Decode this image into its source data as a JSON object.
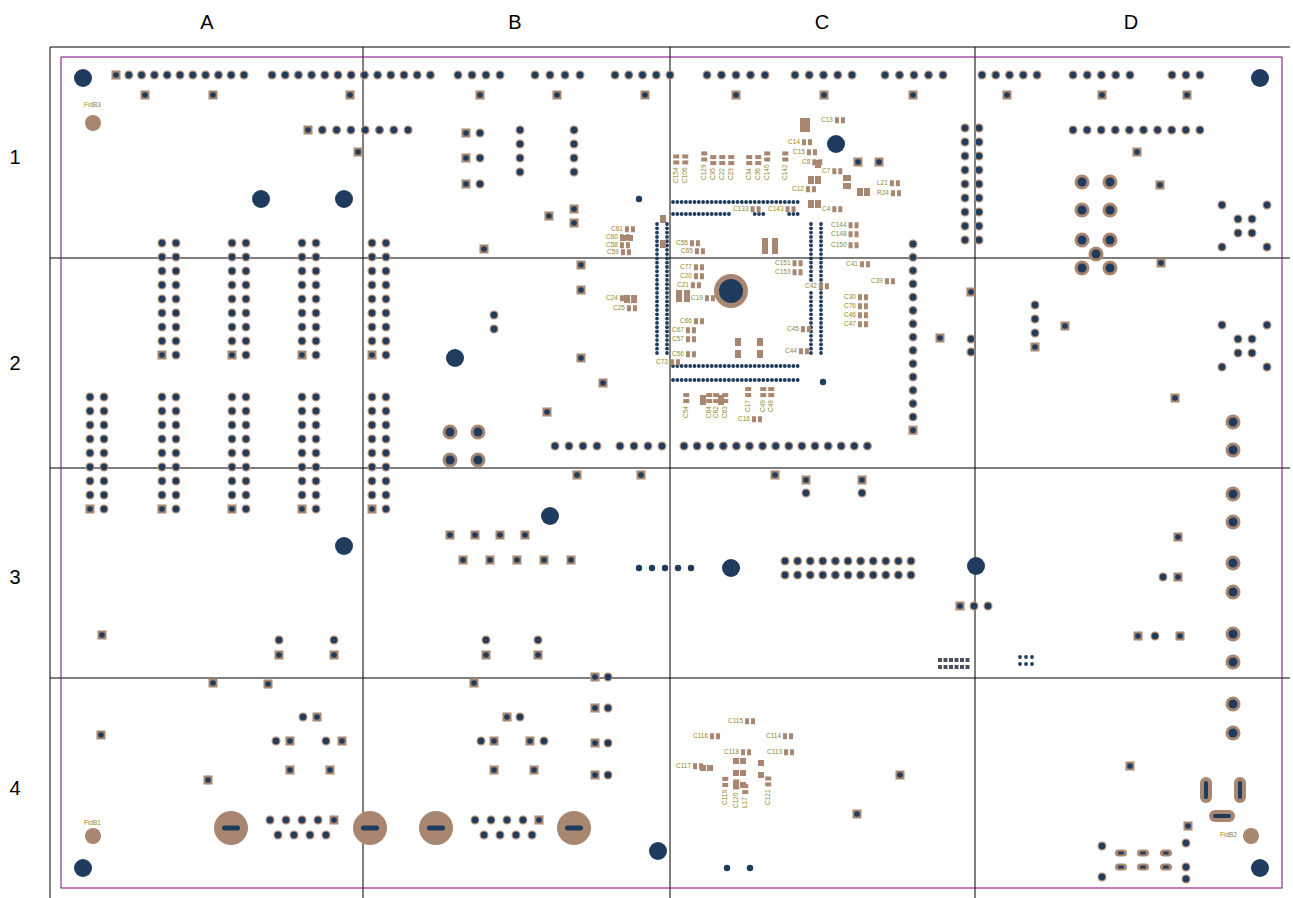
{
  "diagram": {
    "labels": [
      "A",
      "B",
      "C",
      "D",
      "1",
      "2",
      "3",
      "4",
      "FidB3",
      "C13",
      "C14",
      "C15",
      "C154",
      "C106",
      "C129",
      "C35",
      "C22",
      "C23",
      "C34",
      "C36",
      "C140",
      "C142",
      "C8",
      "C7",
      "L21",
      "R24",
      "C12",
      "C4",
      "C133",
      "C143",
      "C61",
      "C60",
      "C58",
      "C59",
      "C55",
      "C65",
      "C144",
      "C148",
      "C150",
      "C151",
      "C153",
      "C41",
      "C77",
      "C20",
      "C21",
      "C39",
      "C42",
      "C24",
      "C19",
      "C30",
      "C25",
      "C76",
      "C46",
      "C66",
      "C47",
      "C45",
      "C67",
      "C57",
      "C44",
      "C56",
      "C73",
      "C54",
      "C64",
      "C62",
      "C63",
      "C17",
      "C16",
      "C49",
      "C48",
      "C115",
      "C116",
      "C114",
      "C118",
      "C113",
      "C117",
      "C119",
      "C120",
      "L17",
      "C121",
      "FidB1",
      "FidB2"
    ]
  }
}
